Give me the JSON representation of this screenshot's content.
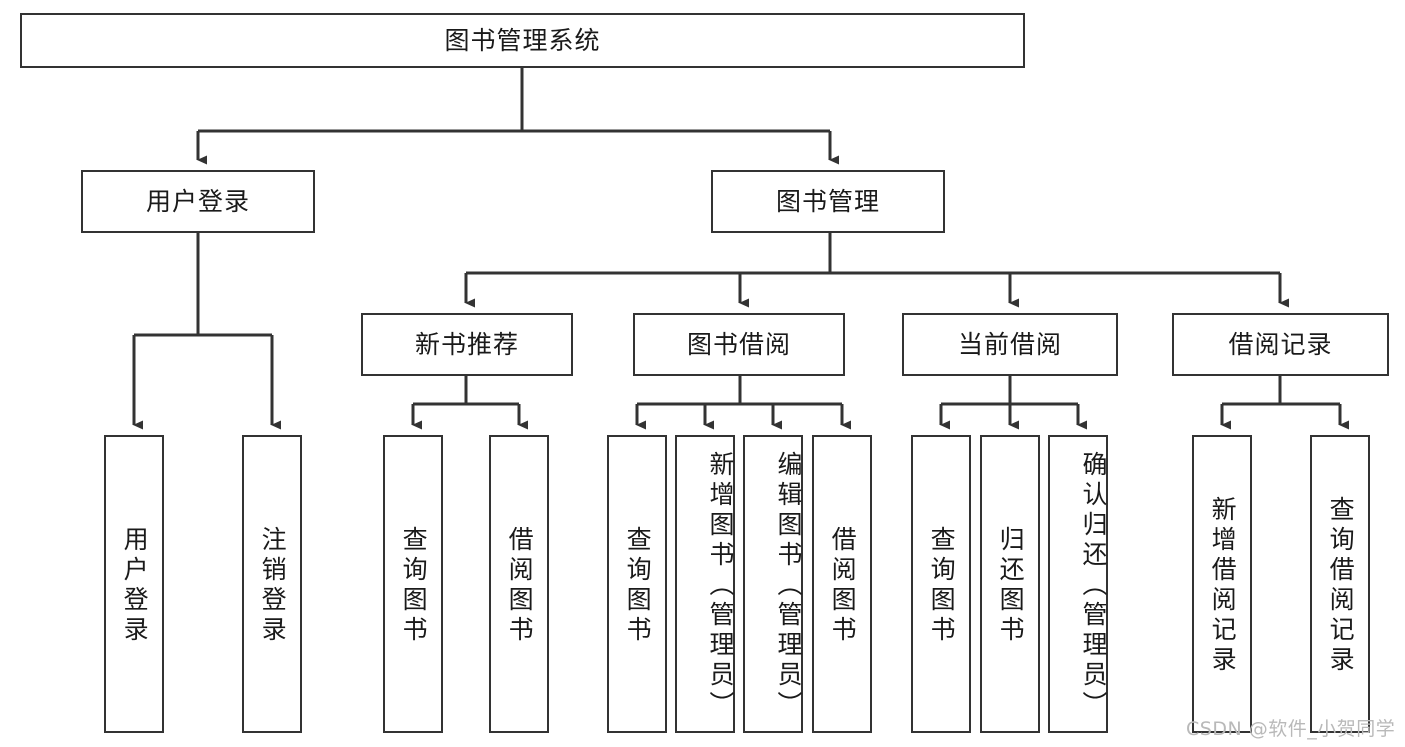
{
  "diagram": {
    "type": "tree",
    "title": "图书管理系统",
    "root": {
      "label": "图书管理系统"
    },
    "level2": [
      {
        "label": "用户登录"
      },
      {
        "label": "图书管理"
      }
    ],
    "level3": [
      {
        "label": "新书推荐"
      },
      {
        "label": "图书借阅"
      },
      {
        "label": "当前借阅"
      },
      {
        "label": "借阅记录"
      }
    ],
    "leaves": {
      "user_login": [
        {
          "label": "用户登录"
        },
        {
          "label": "注销登录"
        }
      ],
      "new_book_recommend": [
        {
          "label": "查询图书"
        },
        {
          "label": "借阅图书"
        }
      ],
      "book_borrow": [
        {
          "label": "查询图书"
        },
        {
          "label": "新增图书（管理员）"
        },
        {
          "label": "编辑图书（管理员）"
        },
        {
          "label": "借阅图书"
        }
      ],
      "current_borrow": [
        {
          "label": "查询图书"
        },
        {
          "label": "归还图书"
        },
        {
          "label": "确认归还（管理员）"
        }
      ],
      "borrow_record": [
        {
          "label": "新增借阅记录"
        },
        {
          "label": "查询借阅记录"
        }
      ]
    }
  },
  "watermark": {
    "text": "CSDN @软件_小贺同学"
  },
  "colors": {
    "stroke": "#333333",
    "fill": "#ffffff",
    "text": "#1a1a1a",
    "watermark": "#b9b9b9"
  }
}
